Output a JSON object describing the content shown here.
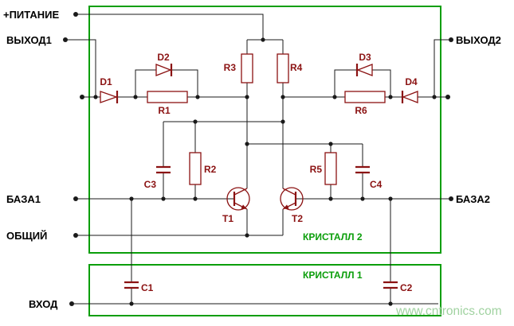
{
  "schematic": {
    "pins": {
      "power": "+ПИТАНИЕ",
      "output1": "ВЫХОД1",
      "base1": "БАЗА1",
      "common": "ОБЩИЙ",
      "input": "ВХОД",
      "output2": "ВЫХОД2",
      "base2": "БАЗА2"
    },
    "components": {
      "d1": "D1",
      "d2": "D2",
      "d3": "D3",
      "d4": "D4",
      "r1": "R1",
      "r2": "R2",
      "r3": "R3",
      "r4": "R4",
      "r5": "R5",
      "r6": "R6",
      "c1": "C1",
      "c2": "C2",
      "c3": "C3",
      "c4": "C4",
      "t1": "T1",
      "t2": "T2"
    },
    "blocks": {
      "crystal2": "КРИСТАЛЛ 2",
      "crystal1": "КРИСТАЛЛ 1"
    },
    "watermark": "www.cntronics.com",
    "colors": {
      "wire": "#1a1a1a",
      "component": "#8b1212",
      "block_outline": "#0a9e0a",
      "watermark_text": "#a0d2a0",
      "background": "#ffffff"
    }
  }
}
